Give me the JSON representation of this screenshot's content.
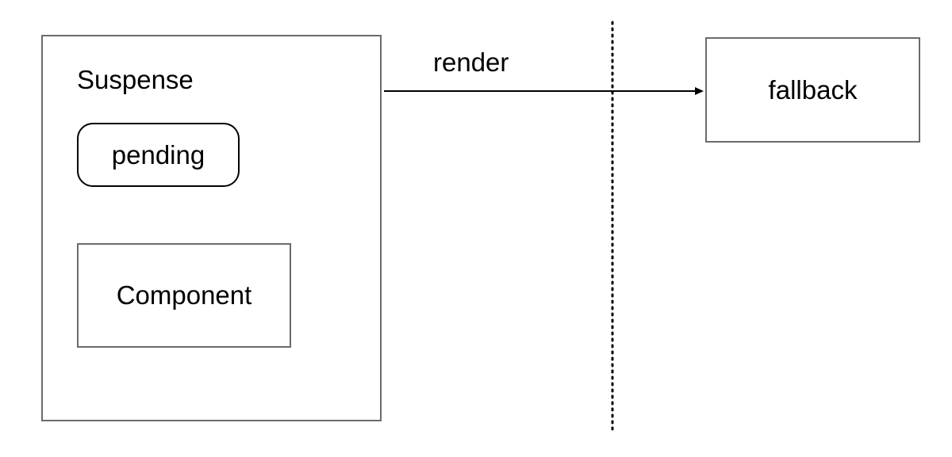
{
  "suspense": {
    "label": "Suspense",
    "pending_label": "pending",
    "component_label": "Component"
  },
  "edge": {
    "label": "render"
  },
  "target": {
    "label": "fallback"
  }
}
